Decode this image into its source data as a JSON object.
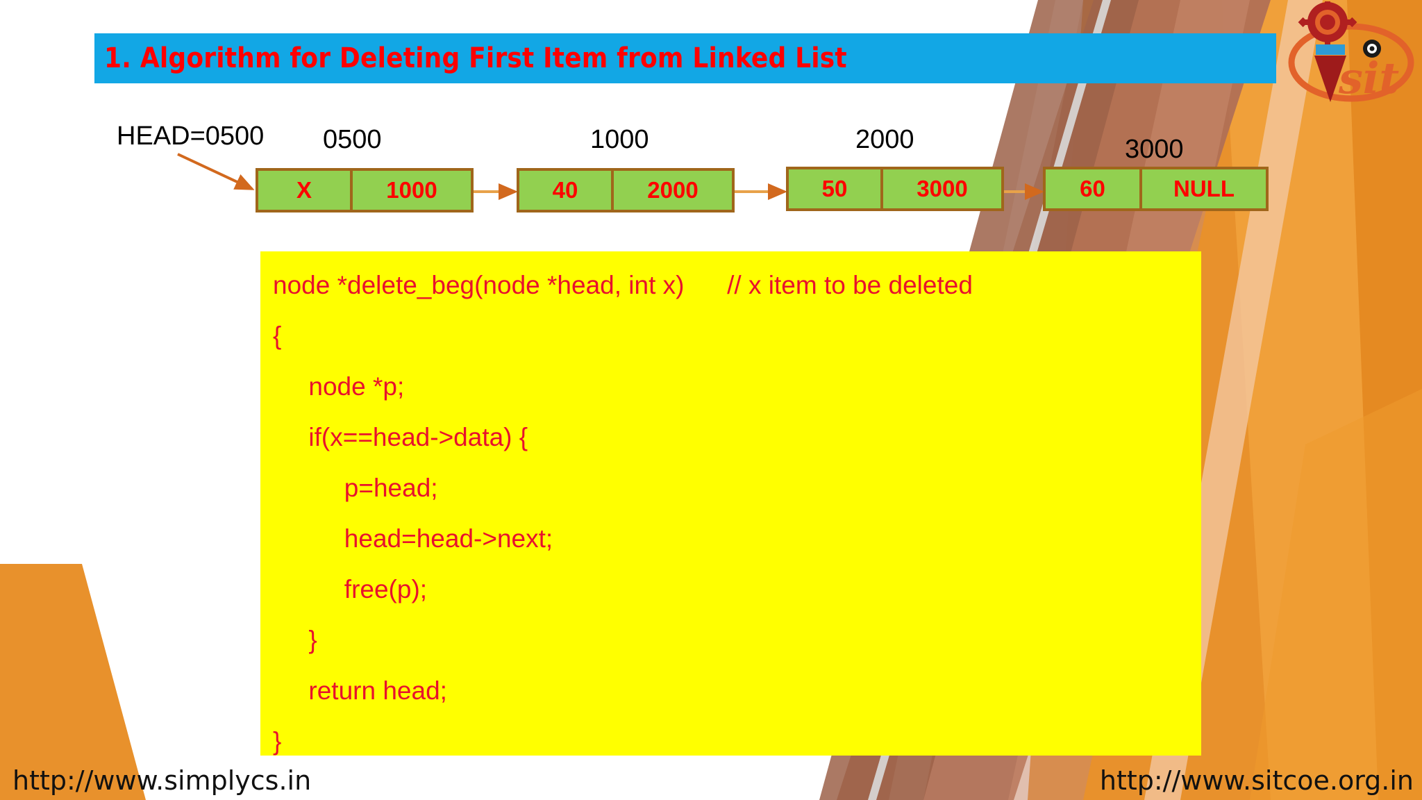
{
  "slide": {
    "title": "1. Algorithm for Deleting First Item from Linked List",
    "title_bg_color": "#12A7E5",
    "title_text_color": "#FF0000"
  },
  "diagram": {
    "head_label": "HEAD=0500",
    "node_fill_color": "#92D050",
    "node_border_color": "#A0661B",
    "node_text_color": "#FF0000",
    "arrow_color": "#D2691E",
    "address_label_color": "#000000",
    "nodes": [
      {
        "address": "0500",
        "data": "X",
        "next": "1000"
      },
      {
        "address": "1000",
        "data": "40",
        "next": "2000"
      },
      {
        "address": "2000",
        "data": "50",
        "next": "3000"
      },
      {
        "address": "3000",
        "data": "60",
        "next": "NULL"
      }
    ]
  },
  "code": {
    "bg_color": "#FFFF00",
    "text_color": "#E8112D",
    "lines": [
      "node *delete_beg(node *head, int x)      // x item to be deleted",
      "{",
      "     node *p;",
      "     if(x==head->data) {",
      "          p=head;",
      "          head=head->next;",
      "          free(p);",
      "     }",
      "     return head;",
      "}"
    ]
  },
  "footer": {
    "left": "http://www.simplycs.in",
    "right": "http://www.sitcoe.org.in"
  },
  "logo": {
    "text": "sit",
    "gear_color": "#B02020",
    "ellipse_color": "#E2622A",
    "triangle_color": "#9E1B1B",
    "triangle_top_color": "#2E9BD6"
  }
}
